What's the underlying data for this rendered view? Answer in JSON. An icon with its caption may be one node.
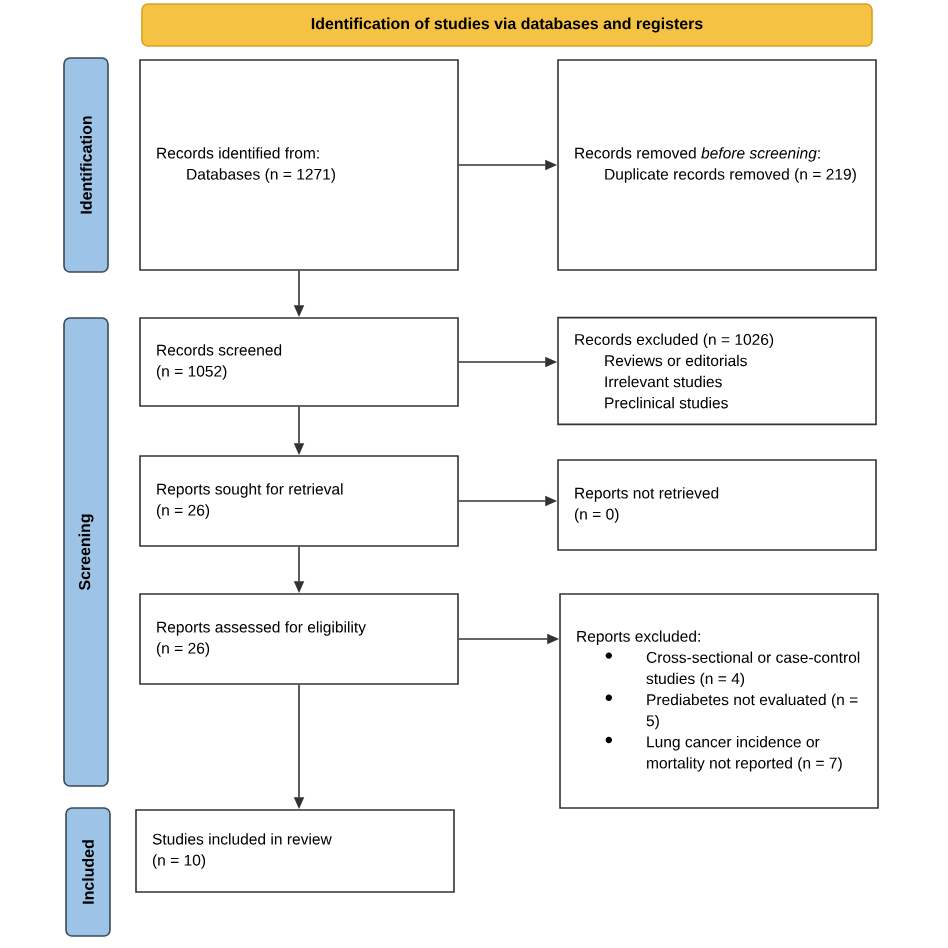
{
  "diagram": {
    "nodes": [
      {
        "text": [
          "Identification of studies via databases and registers"
        ]
      },
      {
        "text": [
          "Identification"
        ]
      },
      {
        "text": [
          "Screening"
        ]
      },
      {
        "text": [
          "Included"
        ]
      },
      {
        "text": [
          "Records identified from:",
          "Databases (n = 1271)"
        ]
      },
      {
        "text": [
          "Records removed *before screening*:",
          "Duplicate records removed (n = 219)"
        ]
      },
      {
        "text": [
          "Records screened",
          "(n = 1052)"
        ]
      },
      {
        "text": [
          "Records excluded (n = 1026)",
          "Reviews or editorials",
          "Irrelevant studies",
          "Preclinical studies"
        ]
      },
      {
        "text": [
          "Reports sought for retrieval",
          "(n = 26)"
        ]
      },
      {
        "text": [
          "Reports not retrieved",
          "(n = 0)"
        ]
      },
      {
        "text": [
          "Reports assessed for eligibility",
          "(n = 26)"
        ]
      },
      {
        "text": [
          "Reports excluded:",
          "Cross-sectional or case-control studies (n = 4)",
          "Prediabetes not evaluated (n = 5)",
          "Lung cancer incidence or mortality not reported (n = 7)"
        ]
      },
      {
        "text": [
          "Studies included in review",
          "(n = 10)"
        ]
      }
    ],
    "edges": [
      {
        "from": 4,
        "to": 5,
        "arrow": "to"
      },
      {
        "from": 4,
        "to": 6,
        "arrow": "to"
      },
      {
        "from": 6,
        "to": 7,
        "arrow": "to"
      },
      {
        "from": 6,
        "to": 8,
        "arrow": "to"
      },
      {
        "from": 8,
        "to": 9,
        "arrow": "to"
      },
      {
        "from": 8,
        "to": 10,
        "arrow": "to"
      },
      {
        "from": 10,
        "to": 11,
        "arrow": "to"
      },
      {
        "from": 10,
        "to": 12,
        "arrow": "to"
      }
    ]
  }
}
